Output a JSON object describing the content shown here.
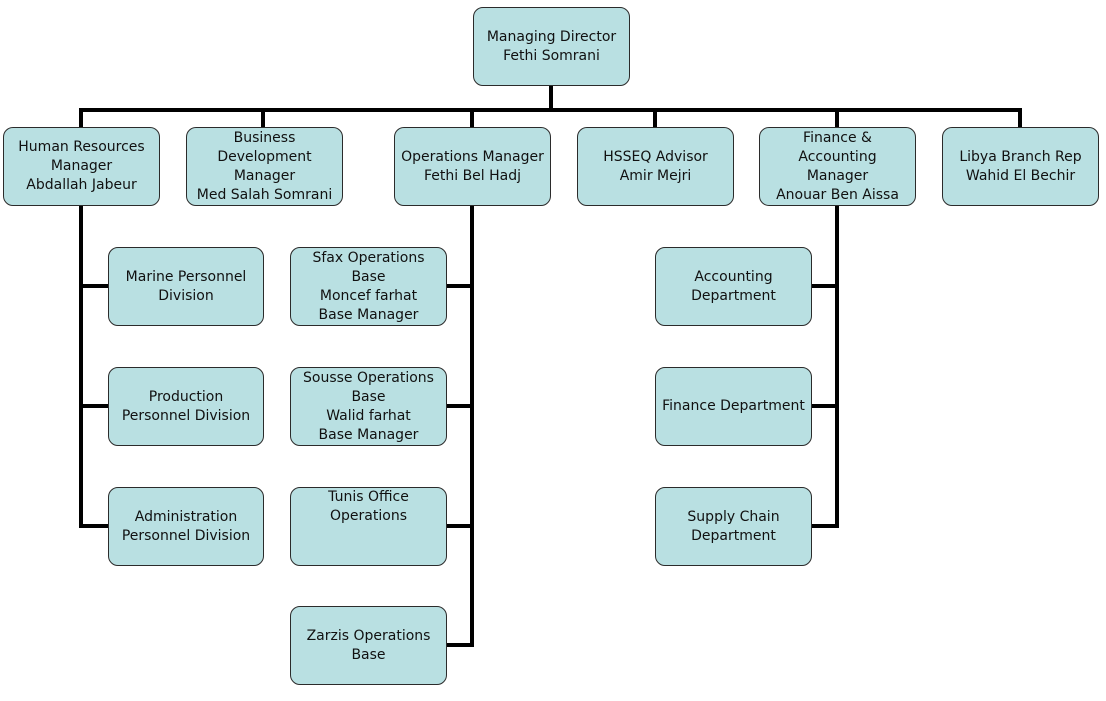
{
  "colors": {
    "box_fill": "#b9e0e2",
    "box_border": "#2b2b2b",
    "connector": "#000000"
  },
  "nodes": {
    "md": [
      "Managing Director",
      "Fethi Somrani"
    ],
    "hr": [
      "Human Resources",
      "Manager",
      "Abdallah Jabeur"
    ],
    "bd": [
      "Business",
      "Development",
      "Manager",
      "Med Salah Somrani"
    ],
    "ops": [
      "Operations Manager",
      "Fethi Bel Hadj"
    ],
    "hsseq": [
      "HSSEQ Advisor",
      "Amir Mejri"
    ],
    "fin": [
      "Finance &",
      "Accounting",
      "Manager",
      "Anouar Ben Aissa"
    ],
    "libya": [
      "Libya Branch Rep",
      "Wahid El Bechir"
    ],
    "marine": [
      "Marine Personnel",
      "Division"
    ],
    "production": [
      "Production",
      "Personnel Division"
    ],
    "admin": [
      "Administration",
      "Personnel Division"
    ],
    "sfax": [
      "Sfax Operations",
      "Base",
      "Moncef farhat",
      "Base Manager"
    ],
    "sousse": [
      "Sousse Operations",
      "Base",
      "Walid farhat",
      "Base Manager"
    ],
    "tunis": [
      "Tunis Office",
      "Operations"
    ],
    "zarzis": [
      "Zarzis Operations",
      "Base"
    ],
    "accounting": [
      "Accounting",
      "Department"
    ],
    "finance_dept": [
      "Finance Department"
    ],
    "supply": [
      "Supply Chain",
      "Department"
    ]
  }
}
